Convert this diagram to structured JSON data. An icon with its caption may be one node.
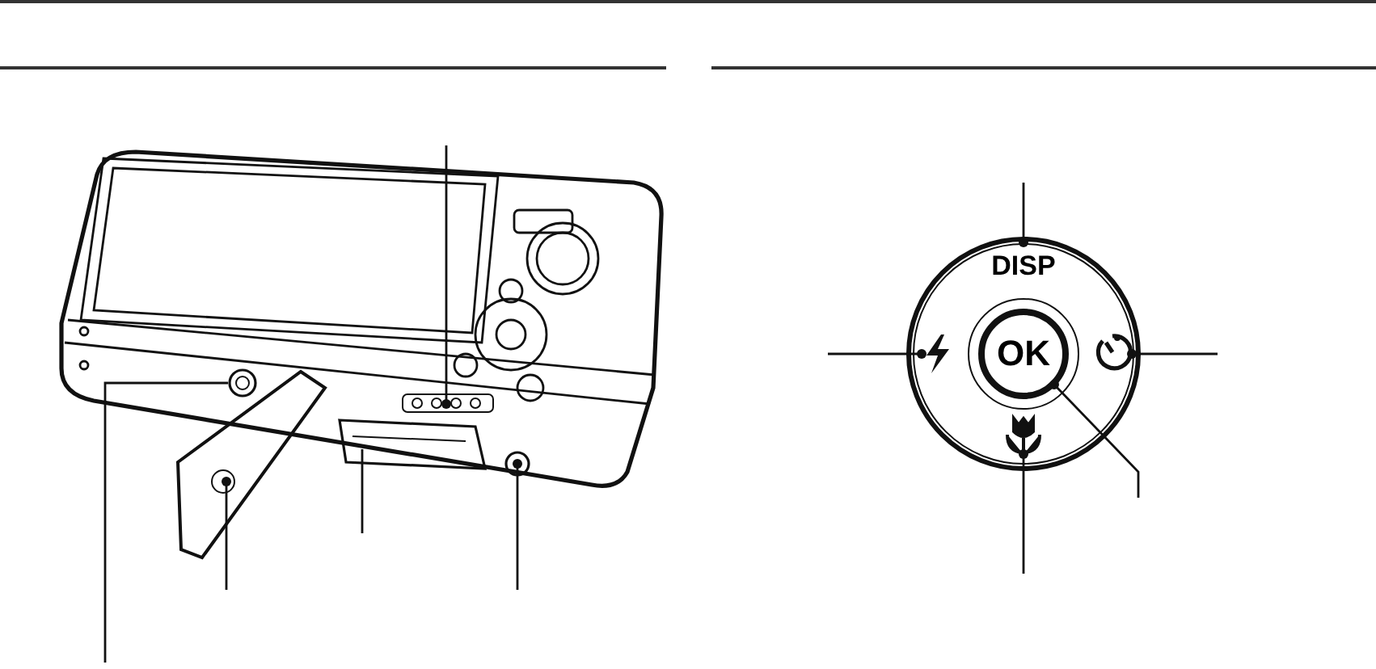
{
  "diagram": {
    "nodes": [
      {
        "text": [],
        "shape": "circle"
      },
      {
        "text": [],
        "shape": "box"
      },
      {
        "text": [],
        "shape": "box"
      },
      {
        "text": [],
        "shape": "bar"
      },
      {
        "text": [],
        "shape": "circle"
      },
      {
        "text": [
          "DISP"
        ]
      },
      {
        "text": [],
        "shape": "picture"
      },
      {
        "text": [],
        "shape": "picture"
      },
      {
        "text": [
          "OK"
        ]
      },
      {
        "text": [],
        "shape": "picture"
      }
    ],
    "edges": [
      {
        "from": null,
        "to": 0,
        "arrow": "none"
      },
      {
        "from": null,
        "to": 1,
        "arrow": "other"
      },
      {
        "from": null,
        "to": 2,
        "arrow": "none"
      },
      {
        "from": null,
        "to": 3,
        "arrow": "other"
      },
      {
        "from": null,
        "to": 4,
        "arrow": "other"
      },
      {
        "from": null,
        "to": 5,
        "arrow": "other"
      },
      {
        "from": null,
        "to": 6,
        "arrow": "other"
      },
      {
        "from": null,
        "to": 7,
        "arrow": "other"
      },
      {
        "from": null,
        "to": 8,
        "arrow": "other"
      },
      {
        "from": null,
        "to": 9,
        "arrow": "other"
      }
    ]
  }
}
